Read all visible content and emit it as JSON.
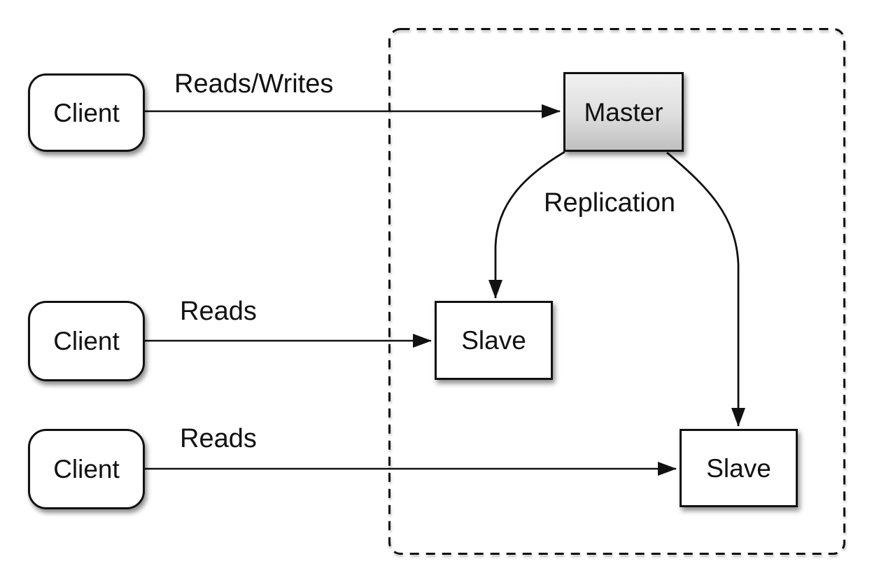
{
  "diagram": {
    "nodes": {
      "client_top": {
        "label": "Client"
      },
      "client_middle": {
        "label": "Client"
      },
      "client_bottom": {
        "label": "Client"
      },
      "master": {
        "label": "Master"
      },
      "slave_left": {
        "label": "Slave"
      },
      "slave_right": {
        "label": "Slave"
      }
    },
    "edges": {
      "reads_writes": {
        "label": "Reads/Writes"
      },
      "reads_middle": {
        "label": "Reads"
      },
      "reads_bottom": {
        "label": "Reads"
      },
      "replication": {
        "label": "Replication"
      }
    },
    "colors": {
      "stroke": "#111111",
      "node_fill": "#ffffff",
      "master_gradient_top": "#f1f1f1",
      "master_gradient_bottom": "#c0c0c0",
      "background": "#ffffff"
    }
  }
}
